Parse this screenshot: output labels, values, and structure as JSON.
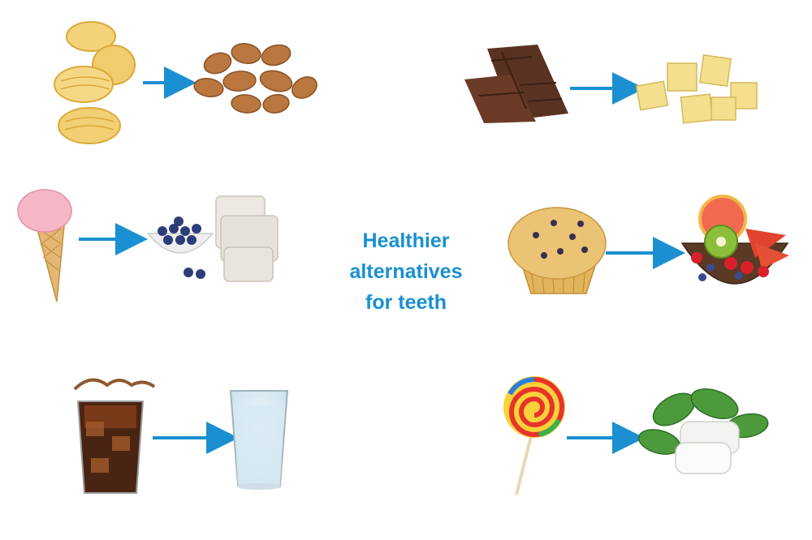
{
  "title": {
    "line1": "Healthier",
    "line2": "alternatives",
    "line3": "for teeth"
  },
  "colors": {
    "accent": "#1a8fd1",
    "arrow": "#1a8fd1"
  },
  "pairs": [
    {
      "from": "chips",
      "to": "almonds"
    },
    {
      "from": "chocolate-bar",
      "to": "cheese-cubes"
    },
    {
      "from": "ice-cream-cone",
      "to": "blueberries-and-yogurt-bars"
    },
    {
      "from": "blueberry-muffin",
      "to": "fruit-bowl"
    },
    {
      "from": "cola-glass",
      "to": "water-glass"
    },
    {
      "from": "lollipop",
      "to": "mint-gum"
    }
  ]
}
